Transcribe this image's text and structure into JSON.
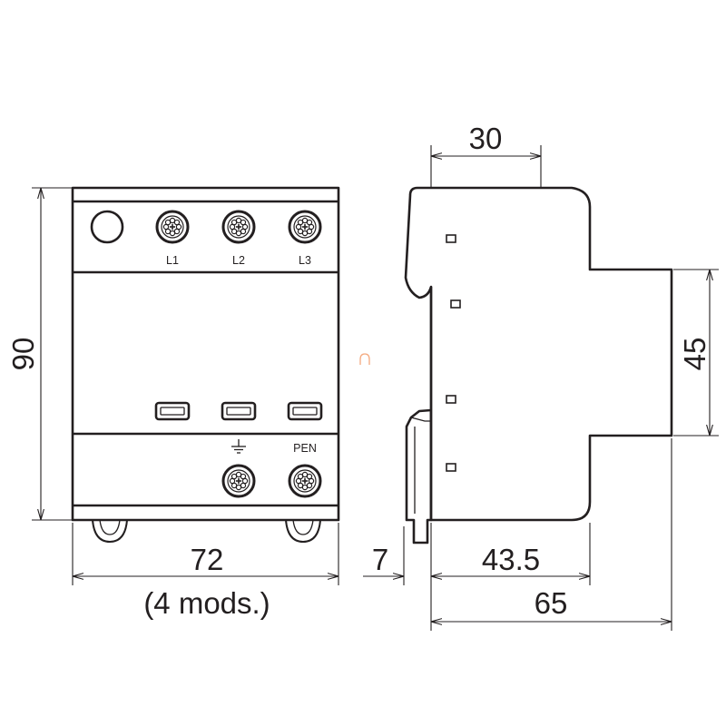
{
  "diagram": {
    "front_view": {
      "phase_terminals": [
        {
          "label": "L1"
        },
        {
          "label": "L2"
        },
        {
          "label": "L3"
        }
      ],
      "earth_terminal": {
        "icon": "ground-icon"
      },
      "pen_terminal": {
        "label": "PEN"
      }
    },
    "dimension_labels": {
      "front_vertical": "90",
      "front_horizontal": "72",
      "module_note": "(4 mods.)",
      "side_top": "30",
      "side_step": "45",
      "side_clip": "7",
      "side_body": "43.5",
      "side_overall": "65"
    }
  },
  "colors": {
    "line": "#231f20",
    "background": "#ffffff",
    "stray_mark": "#f4a97f"
  }
}
